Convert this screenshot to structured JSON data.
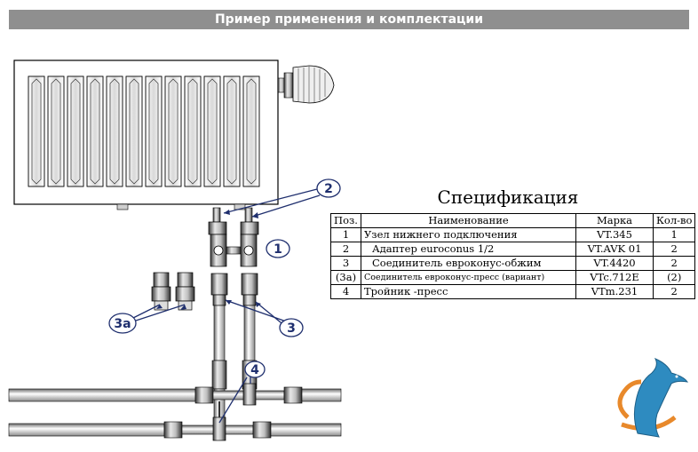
{
  "header": {
    "title": "Пример  применения и комплектации"
  },
  "spec": {
    "title": "Спецификация",
    "columns": [
      "Поз.",
      "Наименование",
      "Марка",
      "Кол-во"
    ],
    "rows": [
      {
        "pos": "1",
        "name": "Узел нижнего подключения",
        "mark": "VT.345",
        "qty": "1"
      },
      {
        "pos": "2",
        "name": "Адаптер euroconus 1/2",
        "mark": "VT.AVK 01",
        "qty": "2"
      },
      {
        "pos": "3",
        "name": "Соединитель евроконус-обжим",
        "mark": "VT.4420",
        "qty": "2"
      },
      {
        "pos": "(3a)",
        "name": "Соединитель евроконус-пресс (вариант)",
        "mark": "VTc.712E",
        "qty": "(2)"
      },
      {
        "pos": "4",
        "name": "Тройник -пресс",
        "mark": "VTm.231",
        "qty": "2"
      }
    ]
  },
  "callouts": {
    "c1": "1",
    "c2": "2",
    "c3": "3",
    "c3a": "3а",
    "c4": "4"
  },
  "colors": {
    "header_bg": "#8f8f8f",
    "callout": "#1f2f6e",
    "logo_blue": "#2e8bc0",
    "logo_orange": "#e8892b"
  },
  "icons": {
    "logo": "dolphin-logo-icon"
  }
}
